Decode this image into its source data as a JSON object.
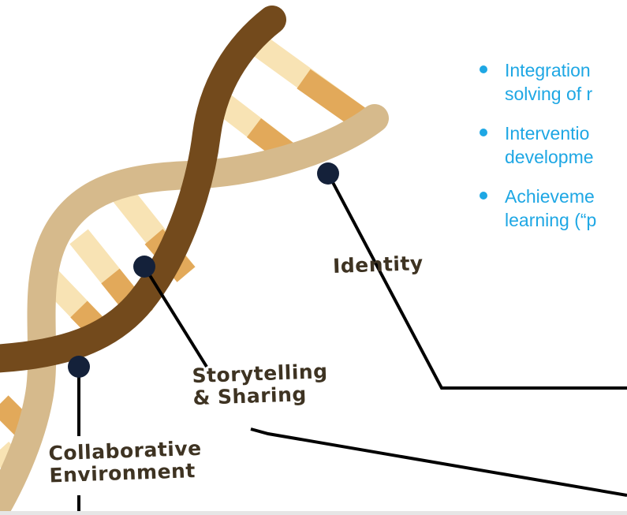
{
  "diagram": {
    "labels": {
      "identity": "Identity",
      "storytelling_line1": "Storytelling",
      "storytelling_line2": "& Sharing",
      "collaborative_line1": "Collaborative",
      "collaborative_line2": "Environment"
    },
    "bullets": [
      {
        "line1": "Integration",
        "line2": "solving of r"
      },
      {
        "line1": "Interventio",
        "line2": "developme"
      },
      {
        "line1": "Achieveme",
        "line2": "learning (“p"
      }
    ],
    "colors": {
      "bullet_text": "#1ea7e4",
      "strand_dark": "#734a1c",
      "strand_light": "#d6ba8c",
      "rung_orange": "#e2a95a",
      "rung_cream": "#f8e3b4",
      "node": "#14213a",
      "connector": "#000000"
    }
  }
}
